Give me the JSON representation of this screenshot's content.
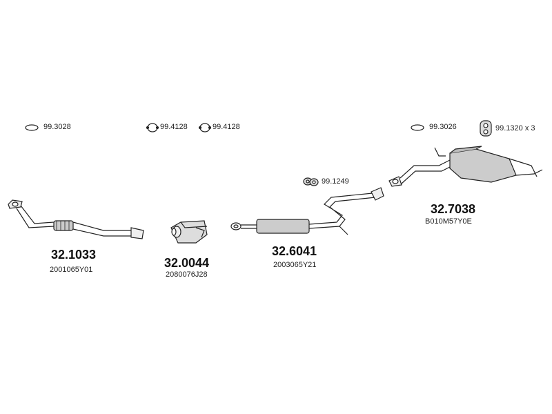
{
  "hardware": [
    {
      "number": "99.3028",
      "icon": "oval-gasket-icon"
    },
    {
      "number": "99.4128",
      "icon": "ring-gasket-icon"
    },
    {
      "number": "99.4128",
      "icon": "ring-gasket-icon"
    },
    {
      "number": "99.3026",
      "icon": "oval-gasket-icon"
    },
    {
      "number": "99.1320 x 3",
      "icon": "rubber-hanger-icon"
    },
    {
      "number": "99.1249",
      "icon": "rubber-mount-icon"
    }
  ],
  "parts": [
    {
      "number": "32.1033",
      "code": "2001065Y01",
      "icon": "front-pipe-icon"
    },
    {
      "number": "32.0044",
      "code": "2080076J28",
      "icon": "catalytic-converter-icon"
    },
    {
      "number": "32.6041",
      "code": "2003065Y21",
      "icon": "middle-silencer-icon"
    },
    {
      "number": "32.7038",
      "code": "B010M57Y0E",
      "icon": "rear-silencer-icon"
    }
  ]
}
